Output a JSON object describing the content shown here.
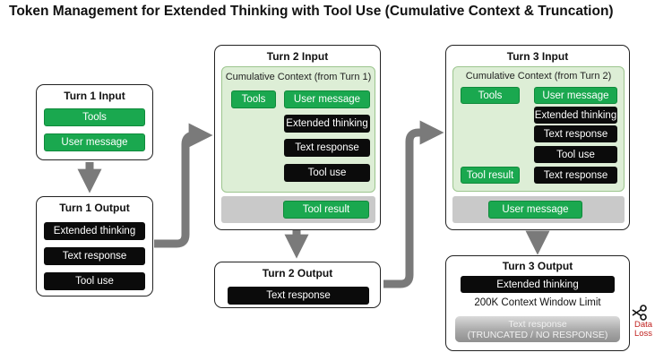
{
  "title": "Token Management for Extended Thinking with Tool Use (Cumulative Context & Truncation)",
  "colors": {
    "green": "#1aa84f",
    "black": "#0b0b0b",
    "context_bg": "#ddeed6",
    "arrow": "#7a7a7a",
    "loss_red": "#c0201e"
  },
  "turn1_input": {
    "title": "Turn 1 Input",
    "items": [
      "Tools",
      "User message"
    ]
  },
  "turn1_output": {
    "title": "Turn 1 Output",
    "items": [
      "Extended thinking",
      "Text response",
      "Tool use"
    ]
  },
  "turn2_input": {
    "title": "Turn 2 Input",
    "context_title": "Cumulative Context (from Turn 1)",
    "context_items": [
      "Tools",
      "User message",
      "Extended thinking",
      "Text response",
      "Tool use"
    ],
    "new_item": "Tool result"
  },
  "turn2_output": {
    "title": "Turn 2 Output",
    "items": [
      "Text response"
    ]
  },
  "turn3_input": {
    "title": "Turn 3 Input",
    "context_title": "Cumulative Context (from Turn 2)",
    "context_items": [
      "Tools",
      "User message",
      "Extended thinking",
      "Text response",
      "Tool use",
      "Tool result",
      "Text response"
    ],
    "new_item": "User message"
  },
  "turn3_output": {
    "title": "Turn 3 Output",
    "items": [
      "Extended thinking"
    ],
    "limit_label": "200K Context Window Limit",
    "truncated_line1": "Text response",
    "truncated_line2": "(TRUNCATED / NO RESPONSE)"
  },
  "data_loss": {
    "line1": "Data",
    "line2": "Loss",
    "icon": "scissors-icon"
  }
}
